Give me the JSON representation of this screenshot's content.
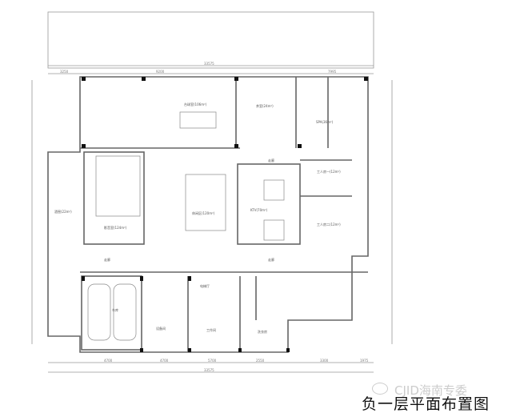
{
  "title": "负一层平面布置图",
  "watermark": "CJID海南专委",
  "dimensions": {
    "top_total": "33575",
    "bottom_total": "33575",
    "top_segments": [
      "3250",
      "9200",
      "7995"
    ],
    "bottom_segments": [
      "4700",
      "4700",
      "5700",
      "2550",
      "3300",
      "1975"
    ]
  },
  "rooms": {
    "billiard": "台球室(106m²)",
    "tea": "茶室(24m²)",
    "spa": "SPA(36m²)",
    "corridor_top": "走廊",
    "corridor_left": "走廊",
    "corridor_right": "走廊",
    "cinema": "影音室(124m²)",
    "lounge": "休闲区(120m²)",
    "ktv": "KTV(70m²)",
    "wine": "酒窖(22m²)",
    "garage": "车库",
    "workroom": "工作间",
    "equipment": "设备间",
    "staff1": "工人房一(12m²)",
    "staff2": "工人房二(12m²)",
    "elevator_hall": "电梯厅",
    "laundry": "洗衣房"
  }
}
